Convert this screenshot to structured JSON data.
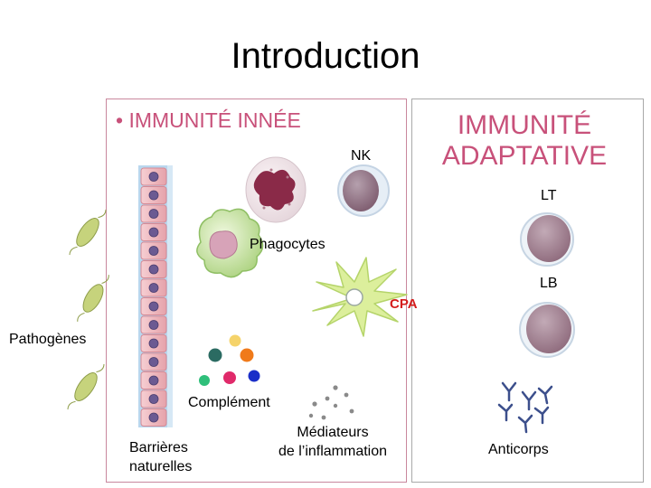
{
  "title": "Introduction",
  "innate": {
    "heading": "• IMMUNITÉ INNÉE"
  },
  "adaptive": {
    "heading_line1": "IMMUNITÉ",
    "heading_line2": "ADAPTATIVE"
  },
  "labels": {
    "nk": "NK",
    "lt": "LT",
    "phagocytes": "Phagocytes",
    "lb": "LB",
    "cpa": "CPA",
    "pathogens": "Pathogènes",
    "complement": "Complément",
    "mediators_line1": "Médiateurs",
    "mediators_line2": "de l’inflammation",
    "barriers_line1": "Barrières",
    "barriers_line2": "naturelles",
    "antibodies": "Anticorps"
  },
  "colors": {
    "heading": "#c8517a",
    "cpa": "#d41c1c",
    "innate_border": "#c9879d",
    "adaptive_border": "#a9a9a9"
  }
}
